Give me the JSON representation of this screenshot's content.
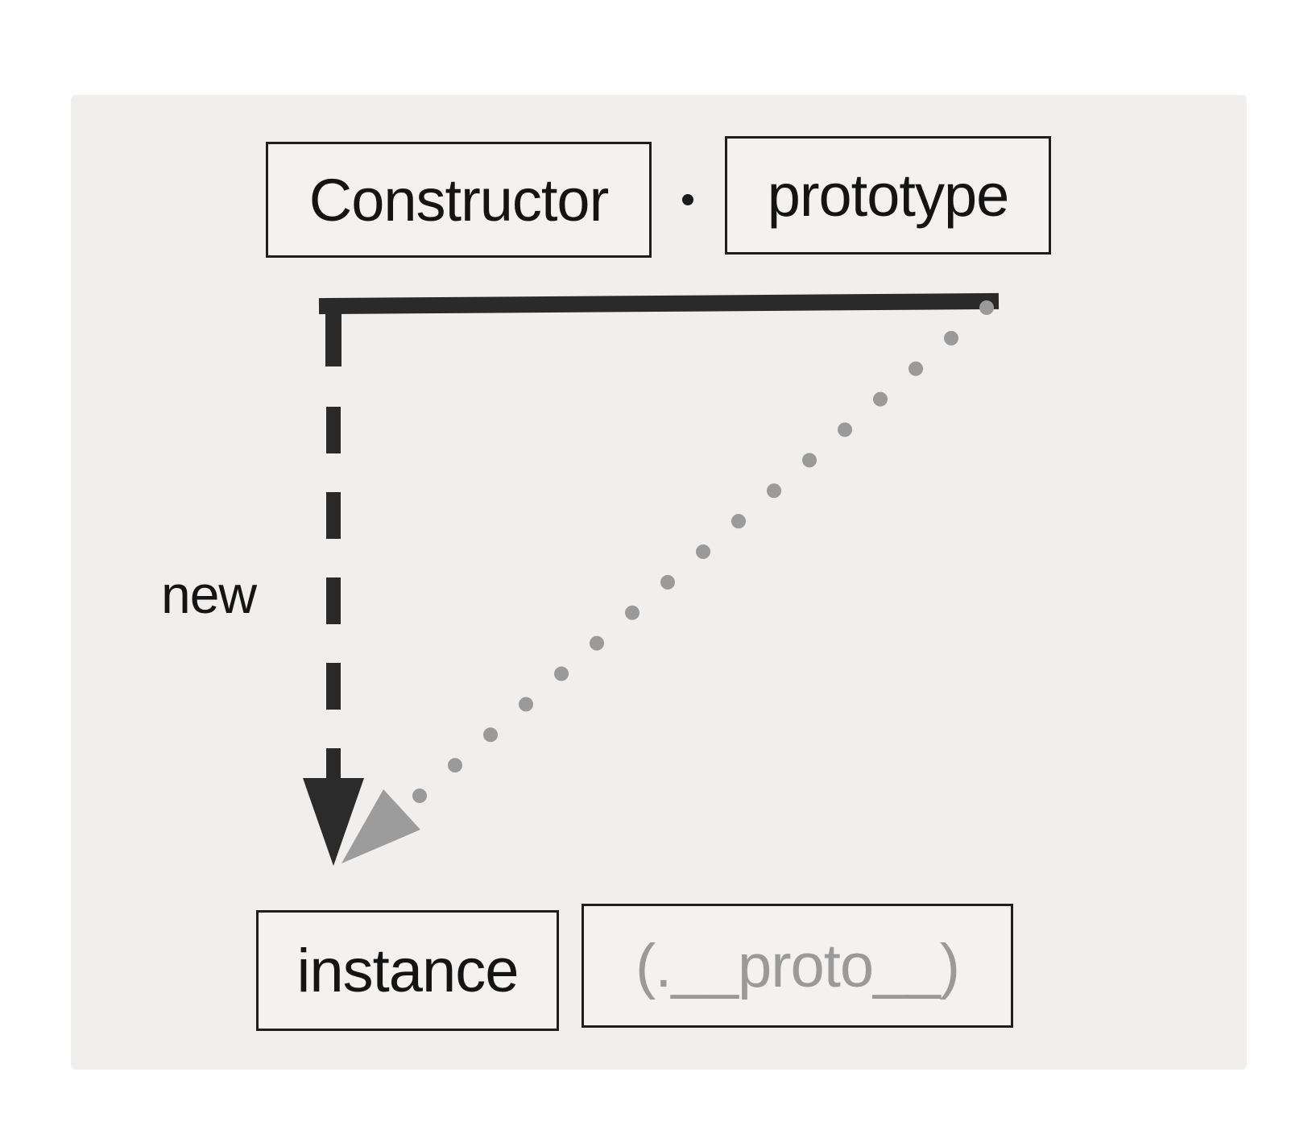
{
  "diagram": {
    "constructor_label": "Constructor",
    "prototype_label": "prototype",
    "new_label": "new",
    "instance_label": "instance",
    "proto_label": "(.__proto__)"
  },
  "colors": {
    "ink": "#1e1e1e",
    "proto_gray": "#9a9a9a",
    "arrow_gray": "#9c9c9c"
  },
  "icons": {
    "separator": "dot-icon",
    "new_arrow": "arrow-down-icon",
    "proto_arrow": "arrow-down-left-icon"
  }
}
